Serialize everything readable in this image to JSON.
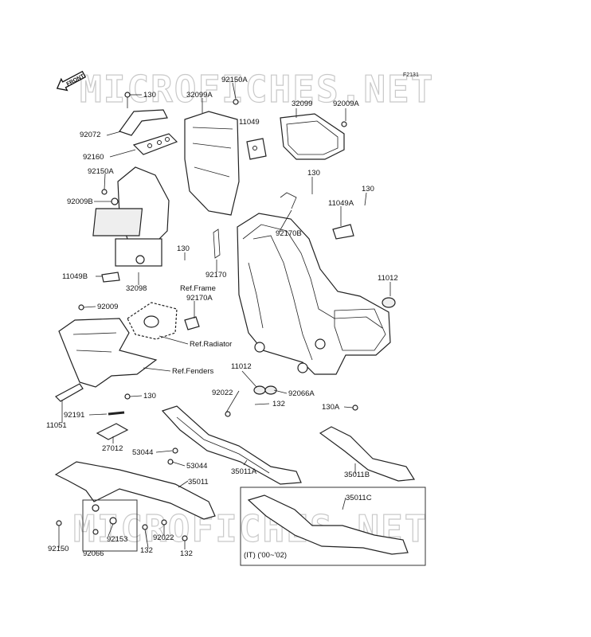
{
  "watermark": "MICROFICHES.NET",
  "diagram_code": "F2131",
  "front_arrow_label": "FRONT",
  "inset_caption": "(IT) ('00~'02)",
  "part_labels": {
    "p130_a": "130",
    "p92150A_a": "92150A",
    "p32099A": "32099A",
    "p32099": "32099",
    "p92009A": "92009A",
    "p92072": "92072",
    "p11049": "11049",
    "p92160": "92160",
    "p92150A_b": "92150A",
    "p130_b": "130",
    "p130_c": "130",
    "p92009B": "92009B",
    "p11049A": "11049A",
    "p92170B": "92170B",
    "p130_d": "130",
    "p11049B": "11049B",
    "p32098": "32098",
    "p92170": "92170",
    "p11012_a": "11012",
    "ref_frame": "Ref.Frame",
    "p92170A": "92170A",
    "p92009": "92009",
    "ref_radiator": "Ref.Radiator",
    "ref_fenders": "Ref.Fenders",
    "p11012_b": "11012",
    "p92022_a": "92022",
    "p92066A": "92066A",
    "p130_e": "130",
    "p132_a": "132",
    "p130A": "130A",
    "p92191": "92191",
    "p11051": "11051",
    "p27012": "27012",
    "p53044_a": "53044",
    "p53044_b": "53044",
    "p35011A": "35011A",
    "p35011B": "35011B",
    "p35011": "35011",
    "p35011C": "35011C",
    "p92150": "92150",
    "p92153": "92153",
    "p92022_b": "92022",
    "p92066": "92066",
    "p132_b": "132",
    "p132_c": "132"
  }
}
